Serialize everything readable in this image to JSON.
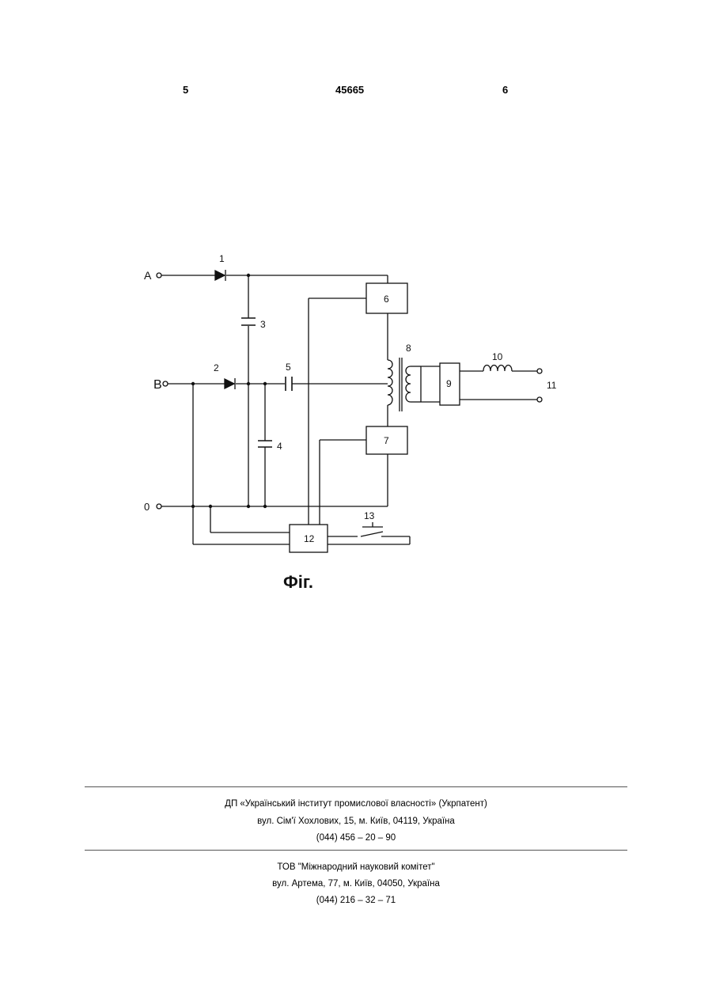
{
  "header": {
    "page_left": "5",
    "patent_number": "45665",
    "page_right": "6"
  },
  "figure": {
    "caption": "Фіг.",
    "terminals": {
      "a": "A",
      "b": "B",
      "zero": "0"
    },
    "labels": {
      "n1": "1",
      "n2": "2",
      "n3": "3",
      "n4": "4",
      "n5": "5",
      "n6": "6",
      "n7": "7",
      "n8": "8",
      "n9": "9",
      "n10": "10",
      "n11": "11",
      "n12": "12",
      "n13": "13"
    }
  },
  "footer": {
    "publisher": {
      "name": "ДП «Український інститут промислової власності» (Укрпатент)",
      "address": "вул. Сім'ї Хохлових, 15, м. Київ, 04119, Україна",
      "phone": "(044) 456 – 20 – 90"
    },
    "printer": {
      "name": "ТОВ \"Міжнародний науковий комітет\"",
      "address": "вул. Артема, 77, м. Київ, 04050, Україна",
      "phone": "(044) 216 – 32 – 71"
    }
  }
}
